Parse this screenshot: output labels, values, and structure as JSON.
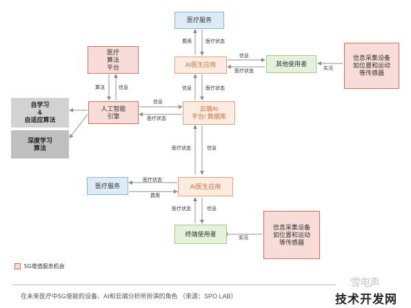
{
  "boxes": {
    "service_top": "医疗服务",
    "ai_app_top": "AI医生应用",
    "cloud_ai": "云端AI\n平台/ 数据库",
    "other_users": "其他使用者",
    "sensor_top": "信息采集设备\n如位置和运动\n等传感器",
    "algo_platform": "医疗\n算法\n平台",
    "ai_engine": "人工智能\n引擎",
    "self_learning": "自学习\n&\n自适应算法",
    "deep_learning": "深度学习\n算法",
    "service_bottom": "医疗服务",
    "ai_app_bottom": "AI医生应用",
    "terminal_users": "终端使用者",
    "sensor_bottom": "信息采集设备\n如位置和运动\n等传感器"
  },
  "labels": {
    "fee_top": "费用",
    "status_top": "医疗状态",
    "info_other": "信息",
    "status_other": "医疗状态",
    "impl_top": "实况",
    "info_app_cloud": "信息",
    "status_app_cloud": "医疗状态",
    "algo": "算法",
    "info_algo": "信息",
    "info_engine": "信息",
    "status_engine": "医疗状态",
    "status_cloud_down": "医疗状态",
    "info_cloud_down": "信息",
    "status_service_bottom": "医疗状态",
    "fee_bottom": "费用",
    "status_app_term": "医疗状态",
    "info_app_term": "信息",
    "impl_bottom": "实况"
  },
  "legend": "5G增值服务机会",
  "caption": "在未来医疗中5G使能的设备、AI和云端分析所扮演的角色    （来源：SPO LAB）",
  "watermark_top": "雪电声",
  "watermark_bottom": "技术开发网"
}
